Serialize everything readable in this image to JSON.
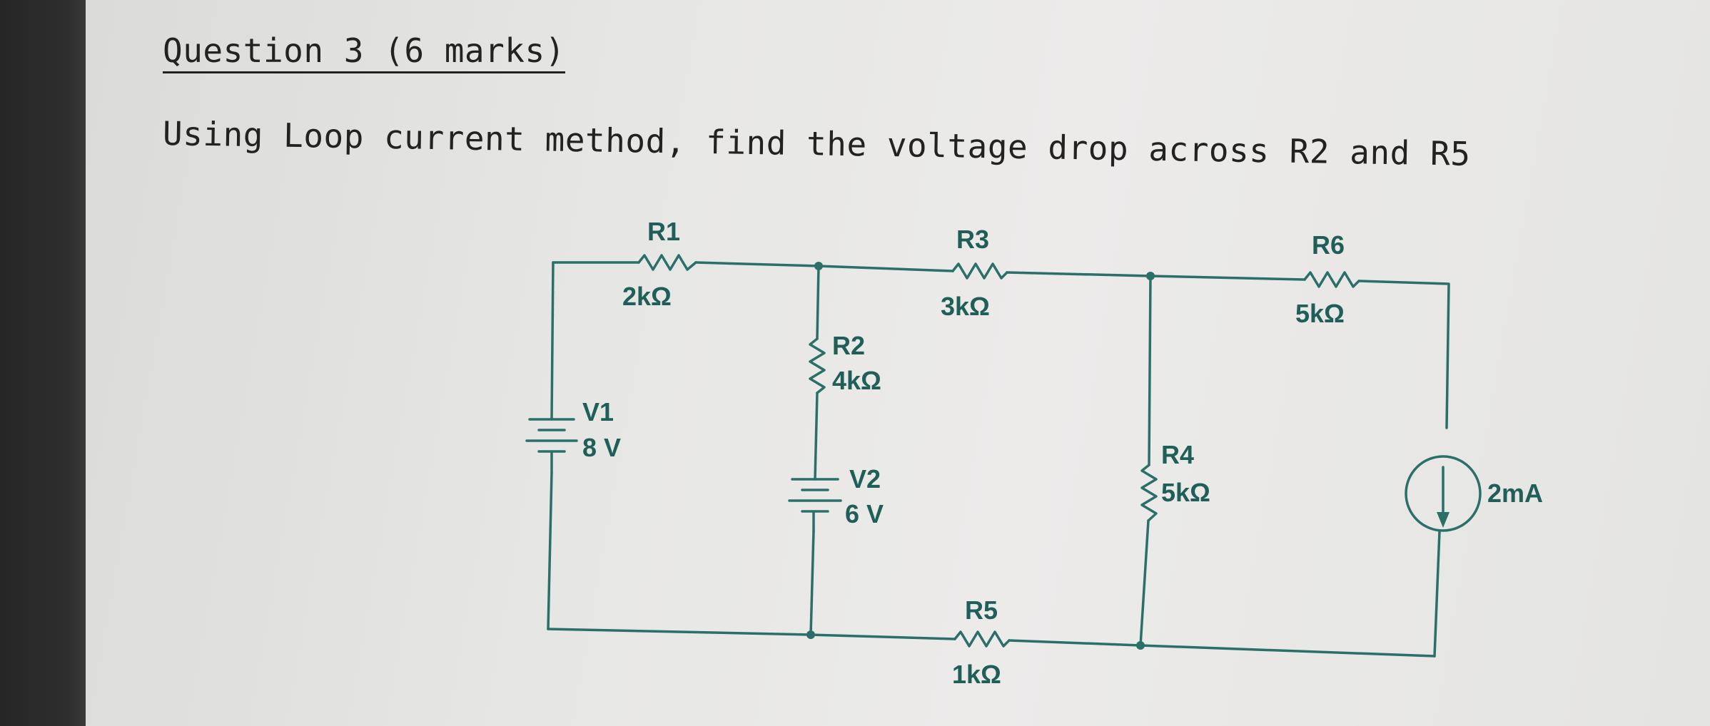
{
  "question": {
    "title": "Question 3 (6 marks)",
    "text": "Using Loop current method, find the voltage drop across R2 and R5"
  },
  "circuit": {
    "color": "#2a7068",
    "components": {
      "R1": {
        "name": "R1",
        "value": "2kΩ"
      },
      "R2": {
        "name": "R2",
        "value": "4kΩ"
      },
      "R3": {
        "name": "R3",
        "value": "3kΩ"
      },
      "R4": {
        "name": "R4",
        "value": "5kΩ"
      },
      "R5": {
        "name": "R5",
        "value": "1kΩ"
      },
      "R6": {
        "name": "R6",
        "value": "5kΩ"
      },
      "V1": {
        "name": "V1",
        "value": "8 V"
      },
      "V2": {
        "name": "V2",
        "value": "6 V"
      },
      "I1": {
        "value": "2mA"
      }
    }
  }
}
